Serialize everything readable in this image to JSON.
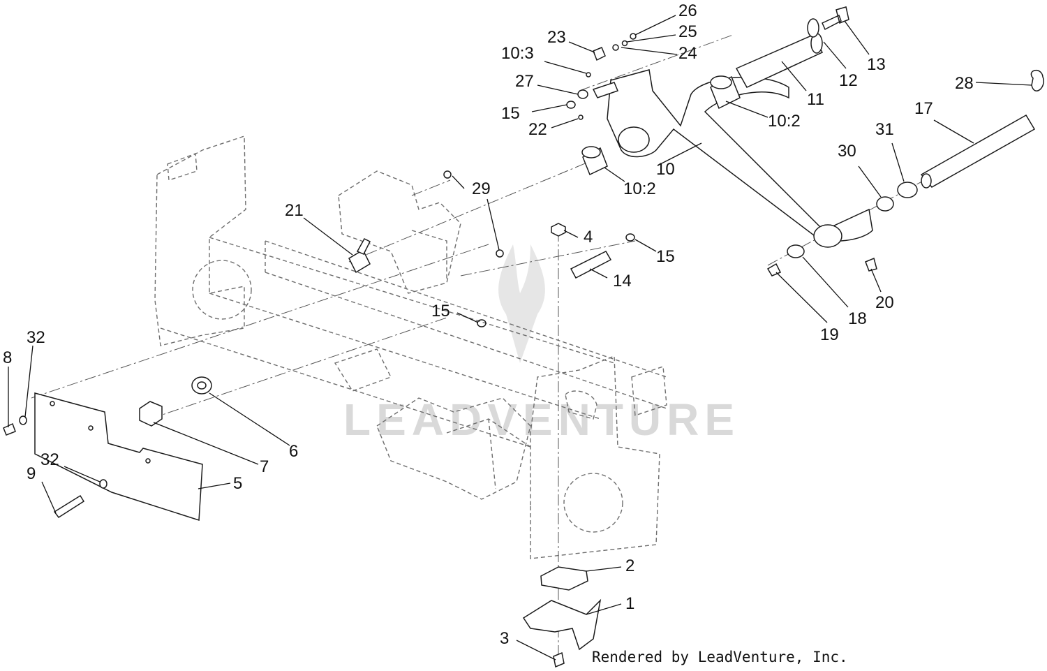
{
  "credit": "Rendered by LeadVenture, Inc.",
  "watermark": {
    "text": "LEADVENTURE"
  },
  "callouts": [
    {
      "id": "1",
      "label": "1"
    },
    {
      "id": "2",
      "label": "2"
    },
    {
      "id": "3",
      "label": "3"
    },
    {
      "id": "4",
      "label": "4"
    },
    {
      "id": "5",
      "label": "5"
    },
    {
      "id": "6",
      "label": "6"
    },
    {
      "id": "7",
      "label": "7"
    },
    {
      "id": "8",
      "label": "8"
    },
    {
      "id": "9",
      "label": "9"
    },
    {
      "id": "10",
      "label": "10"
    },
    {
      "id": "10-2a",
      "label": "10:2"
    },
    {
      "id": "10-2b",
      "label": "10:2"
    },
    {
      "id": "10-3",
      "label": "10:3"
    },
    {
      "id": "11",
      "label": "11"
    },
    {
      "id": "12",
      "label": "12"
    },
    {
      "id": "13",
      "label": "13"
    },
    {
      "id": "14",
      "label": "14"
    },
    {
      "id": "15a",
      "label": "15"
    },
    {
      "id": "15b",
      "label": "15"
    },
    {
      "id": "15c",
      "label": "15"
    },
    {
      "id": "17",
      "label": "17"
    },
    {
      "id": "18",
      "label": "18"
    },
    {
      "id": "19",
      "label": "19"
    },
    {
      "id": "20",
      "label": "20"
    },
    {
      "id": "21",
      "label": "21"
    },
    {
      "id": "22",
      "label": "22"
    },
    {
      "id": "23",
      "label": "23"
    },
    {
      "id": "24",
      "label": "24"
    },
    {
      "id": "25",
      "label": "25"
    },
    {
      "id": "26",
      "label": "26"
    },
    {
      "id": "27",
      "label": "27"
    },
    {
      "id": "28",
      "label": "28"
    },
    {
      "id": "29",
      "label": "29"
    },
    {
      "id": "30",
      "label": "30"
    },
    {
      "id": "31",
      "label": "31"
    },
    {
      "id": "32a",
      "label": "32"
    },
    {
      "id": "32b",
      "label": "32"
    }
  ]
}
